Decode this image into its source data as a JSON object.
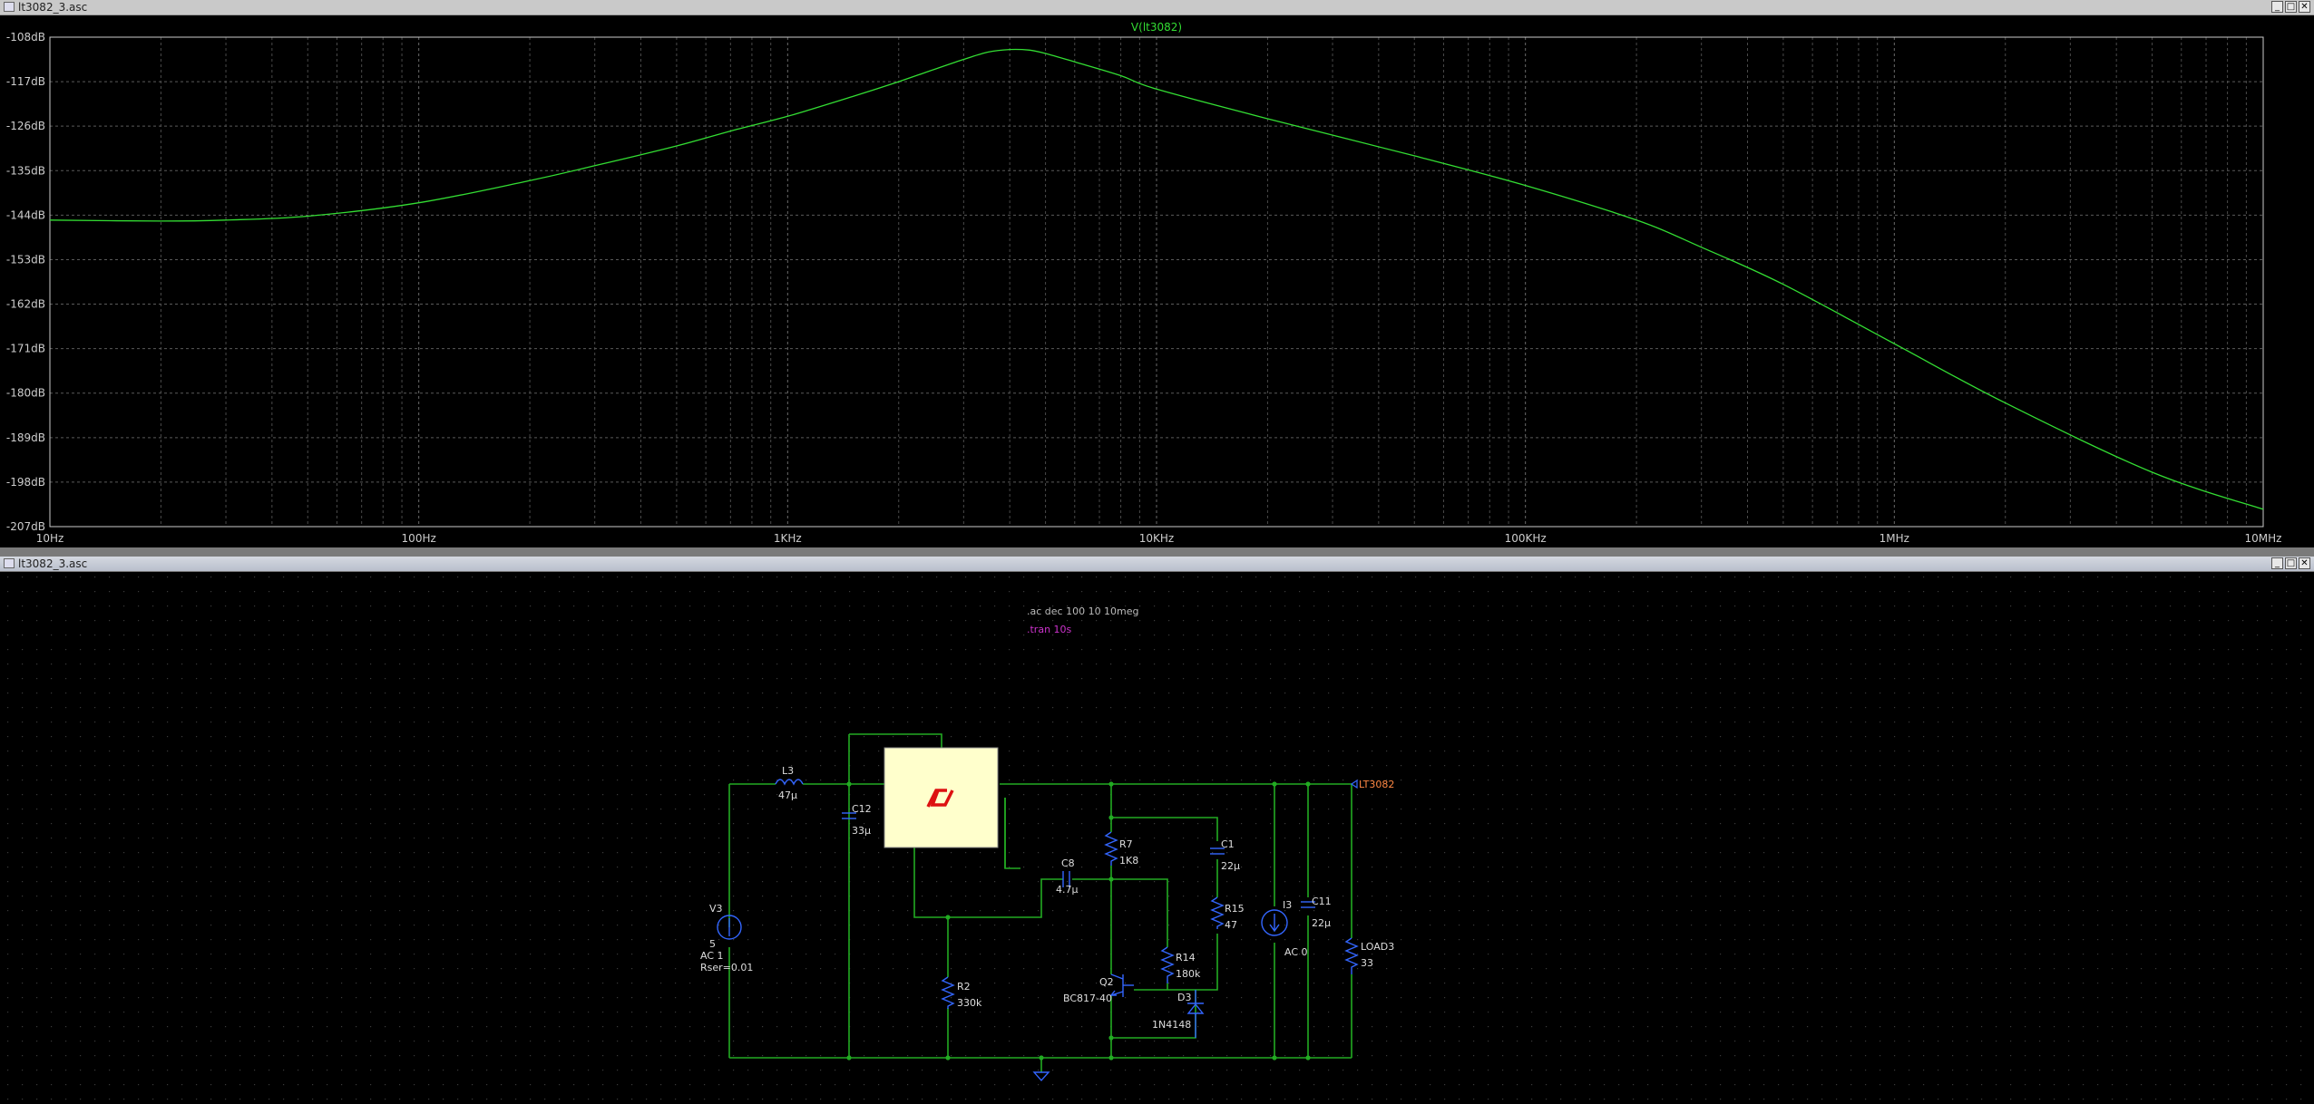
{
  "plot_window": {
    "title": "lt3082_3.asc",
    "trace_label": "V(lt3082)",
    "controls": [
      "_",
      "□",
      "✕"
    ]
  },
  "schematic_window": {
    "title": "lt3082_3.asc",
    "controls": [
      "_",
      "□",
      "✕"
    ],
    "directives": {
      "ac": ".ac dec 100 10 10meg",
      "tran": ".tran 10s"
    },
    "net_label": "LT3082",
    "components": {
      "L3": {
        "name": "L3",
        "value": "47µ"
      },
      "C12": {
        "name": "C12",
        "value": "33µ"
      },
      "V3": {
        "name": "V3",
        "value": "5",
        "ac": "AC 1",
        "rser": "Rser=0.01"
      },
      "C8": {
        "name": "C8",
        "value": "4.7µ"
      },
      "R7": {
        "name": "R7",
        "value": "1K8"
      },
      "C1": {
        "name": "C1",
        "value": "22µ"
      },
      "R15": {
        "name": "R15",
        "value": "47"
      },
      "I3": {
        "name": "I3",
        "value": "AC 0"
      },
      "C11": {
        "name": "C11",
        "value": "22µ"
      },
      "LOAD3": {
        "name": "LOAD3",
        "value": "33"
      },
      "R14": {
        "name": "R14",
        "value": "180k"
      },
      "Q2": {
        "name": "Q2",
        "value": "BC817-40"
      },
      "D3": {
        "name": "D3",
        "value": "1N4148"
      },
      "R2": {
        "name": "R2",
        "value": "330k"
      }
    },
    "colors": {
      "wire": "#22aa22",
      "symbol": "#3366ff",
      "text": "#dddddd",
      "directive": "#bbbbbb",
      "tran": "#cc33cc",
      "label": "#ff8844",
      "ic": "#ffffcc"
    }
  },
  "chart_data": {
    "type": "line",
    "title": "V(lt3082)",
    "xlabel": "",
    "ylabel": "",
    "xscale": "log",
    "xlim": [
      10,
      10000000
    ],
    "ylim": [
      -207,
      -108
    ],
    "x_ticks": [
      "10Hz",
      "100Hz",
      "1KHz",
      "10KHz",
      "100KHz",
      "1MHz",
      "10MHz"
    ],
    "y_ticks": [
      "-108dB",
      "-117dB",
      "-126dB",
      "-135dB",
      "-144dB",
      "-153dB",
      "-162dB",
      "-171dB",
      "-180dB",
      "-189dB",
      "-198dB",
      "-207dB"
    ],
    "grid": true,
    "color": "#33dd33",
    "series": [
      {
        "x": [
          10,
          20,
          30,
          50,
          100,
          200,
          300,
          500,
          700,
          1000,
          1500,
          2000,
          2500,
          3000,
          3500,
          4000,
          4500,
          5000,
          6000,
          8000,
          10000,
          20000,
          50000,
          100000,
          200000,
          300000,
          500000,
          1000000,
          2000000,
          5000000,
          10000000
        ],
        "y": [
          -145.0,
          -145.2,
          -145.0,
          -144.2,
          -141.5,
          -137.0,
          -134.0,
          -130.0,
          -127.0,
          -124.0,
          -120.0,
          -117.0,
          -114.5,
          -112.5,
          -111.0,
          -110.5,
          -110.6,
          -111.3,
          -113.0,
          -115.8,
          -118.5,
          -124.5,
          -132.0,
          -138.0,
          -145.0,
          -150.5,
          -158.0,
          -170.0,
          -182.0,
          -196.0,
          -203.5
        ]
      }
    ]
  }
}
